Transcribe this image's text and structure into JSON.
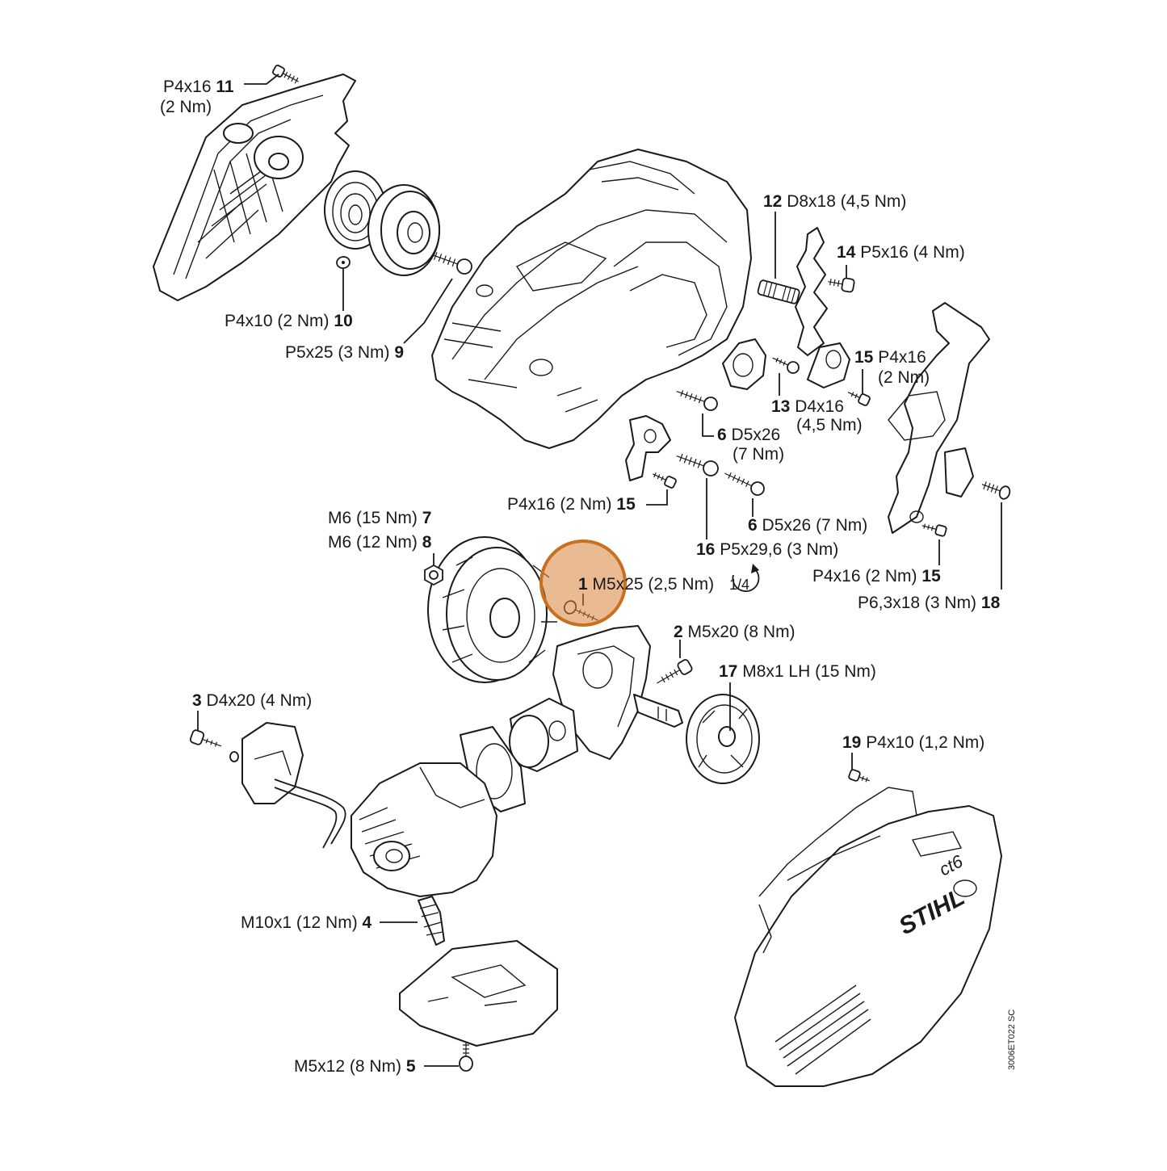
{
  "callouts": [
    {
      "id": "11",
      "spec": "P4x16",
      "torque": "(2 Nm)"
    },
    {
      "id": "10",
      "spec": "P4x10 (2 Nm)"
    },
    {
      "id": "9",
      "spec": "P5x25 (3 Nm)"
    },
    {
      "id": "12",
      "spec": "D8x18 (4,5 Nm)"
    },
    {
      "id": "14",
      "spec": "P5x16 (4 Nm)"
    },
    {
      "id": "15a",
      "number": "15",
      "spec": "P4x16",
      "torque": "(2 Nm)"
    },
    {
      "id": "13",
      "spec": "D4x16",
      "torque": "(4,5 Nm)"
    },
    {
      "id": "6a",
      "number": "6",
      "spec": "D5x26",
      "torque": "(7 Nm)"
    },
    {
      "id": "15b",
      "number": "15",
      "spec": "P4x16 (2 Nm)"
    },
    {
      "id": "6b",
      "number": "6",
      "spec": "D5x26 (7 Nm)"
    },
    {
      "id": "16",
      "spec": "P5x29,6 (3 Nm)"
    },
    {
      "id": "15c",
      "number": "15",
      "spec": "P4x16 (2 Nm)"
    },
    {
      "id": "18",
      "spec": "P6,3x18 (3 Nm)"
    },
    {
      "id": "7",
      "spec": "M6 (15 Nm)"
    },
    {
      "id": "8",
      "spec": "M6 (12 Nm)"
    },
    {
      "id": "1",
      "spec": "M5x25 (2,5 Nm)",
      "turn": "1/4"
    },
    {
      "id": "2",
      "spec": "M5x20 (8 Nm)"
    },
    {
      "id": "17",
      "spec": "M8x1 LH (15 Nm)"
    },
    {
      "id": "3",
      "spec": "D4x20 (4 Nm)"
    },
    {
      "id": "19",
      "spec": "P4x10 (1,2 Nm)"
    },
    {
      "id": "4",
      "spec": "M10x1 (12 Nm)"
    },
    {
      "id": "5",
      "spec": "M5x12 (8 Nm)"
    }
  ],
  "brand_text": "STIHL",
  "drawing_code": "3006ET022 SC",
  "highlight": {
    "target_callout": "1",
    "color": "#d9833a"
  }
}
